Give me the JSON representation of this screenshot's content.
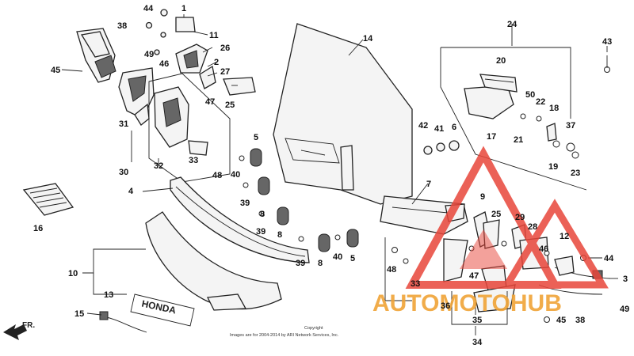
{
  "callouts": {
    "c1": "1",
    "c2": "2",
    "c3": "3",
    "c4": "4",
    "c5a": "5",
    "c5b": "5",
    "c6": "6",
    "c7": "7",
    "c8a": "8",
    "c8b": "8",
    "c8c": "8",
    "c9": "9",
    "c10": "10",
    "c11": "11",
    "c12": "12",
    "c13": "13",
    "c14": "14",
    "c15": "15",
    "c16": "16",
    "c17": "17",
    "c18": "18",
    "c19": "19",
    "c20": "20",
    "c21": "21",
    "c22": "22",
    "c23": "23",
    "c24": "24",
    "c25a": "25",
    "c25b": "25",
    "c26": "26",
    "c27": "27",
    "c28": "28",
    "c29": "29",
    "c30": "30",
    "c31": "31",
    "c32": "32",
    "c33a": "33",
    "c33b": "33",
    "c34": "34",
    "c35": "35",
    "c36": "36",
    "c37": "37",
    "c38a": "38",
    "c38b": "38",
    "c39a": "39",
    "c39b": "39",
    "c39c": "39",
    "c40a": "40",
    "c40b": "40",
    "c41": "41",
    "c42": "42",
    "c43": "43",
    "c44a": "44",
    "c44b": "44",
    "c45a": "45",
    "c45b": "45",
    "c46a": "46",
    "c46b": "46",
    "c47a": "47",
    "c47b": "47",
    "c48a": "48",
    "c48b": "48",
    "c49a": "49",
    "c49b": "49",
    "c50": "50"
  },
  "direction_label": "FR.",
  "emblem_text": "HONDA",
  "copyright_title": "Copyright",
  "copyright_line": "Images are for 2004-2014 by ARI Network Services, Inc.",
  "watermark_text": "AUTOMOTOHUB",
  "colors": {
    "watermark_red": "#e8463a",
    "watermark_orange": "#f0a437",
    "ink": "#222222"
  }
}
